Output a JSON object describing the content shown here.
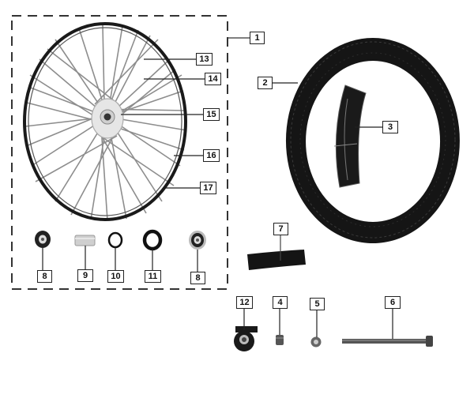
{
  "diagram": {
    "type": "exploded-parts-diagram",
    "subject": "front wheel assembly",
    "assembly_group": {
      "callout": "1",
      "contains": [
        "8",
        "9",
        "10",
        "11",
        "13",
        "14",
        "15",
        "16",
        "17"
      ]
    }
  },
  "callouts": [
    {
      "id": "1",
      "part": "wheel-assembly"
    },
    {
      "id": "2",
      "part": "tire"
    },
    {
      "id": "3",
      "part": "inner-tube"
    },
    {
      "id": "4",
      "part": "spacer"
    },
    {
      "id": "5",
      "part": "nut"
    },
    {
      "id": "6",
      "part": "axle"
    },
    {
      "id": "7",
      "part": "rim-strip"
    },
    {
      "id": "8",
      "part": "bearing"
    },
    {
      "id": "9",
      "part": "bearing-spacer"
    },
    {
      "id": "10",
      "part": "o-ring"
    },
    {
      "id": "11",
      "part": "oil-seal"
    },
    {
      "id": "8b",
      "label": "8",
      "part": "bearing"
    },
    {
      "id": "12",
      "part": "speedometer-gear"
    },
    {
      "id": "13",
      "part": "spoke"
    },
    {
      "id": "14",
      "part": "spoke"
    },
    {
      "id": "15",
      "part": "hub"
    },
    {
      "id": "16",
      "part": "rim"
    },
    {
      "id": "17",
      "part": "rim-band"
    }
  ],
  "labels": {
    "c1": "1",
    "c2": "2",
    "c3": "3",
    "c4": "4",
    "c5": "5",
    "c6": "6",
    "c7": "7",
    "c8a": "8",
    "c8b": "8",
    "c9": "9",
    "c10": "10",
    "c11": "11",
    "c12": "12",
    "c13": "13",
    "c14": "14",
    "c15": "15",
    "c16": "16",
    "c17": "17"
  },
  "colors": {
    "line": "#222222",
    "dark": "#111111",
    "spoke": "#8a8a8a",
    "background": "#ffffff"
  }
}
